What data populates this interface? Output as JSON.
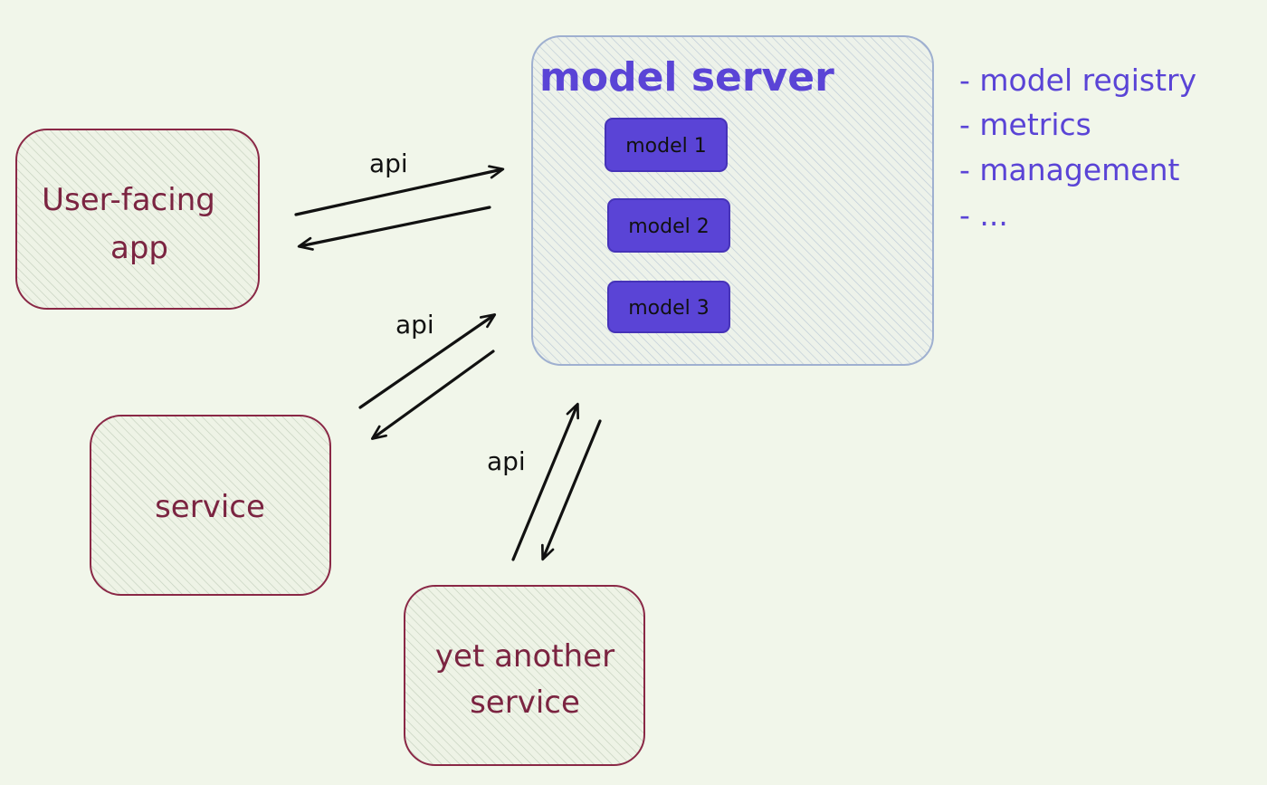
{
  "server": {
    "title": "model server",
    "models": [
      "model 1",
      "model 2",
      "model 3"
    ],
    "features": [
      "- model registry",
      "- metrics",
      "- management",
      "- ..."
    ]
  },
  "clients": {
    "app": [
      "User-facing",
      "app"
    ],
    "service": "service",
    "another": [
      "yet another",
      "service"
    ]
  },
  "edges": {
    "label": "api"
  },
  "colors": {
    "background": "#f1f6ea",
    "client_border": "#8a2846",
    "client_text": "#7b2441",
    "server_border": "#9fb0d0",
    "server_text": "#5a44d6",
    "model_fill": "#5a44d6",
    "arrow": "#111111"
  }
}
